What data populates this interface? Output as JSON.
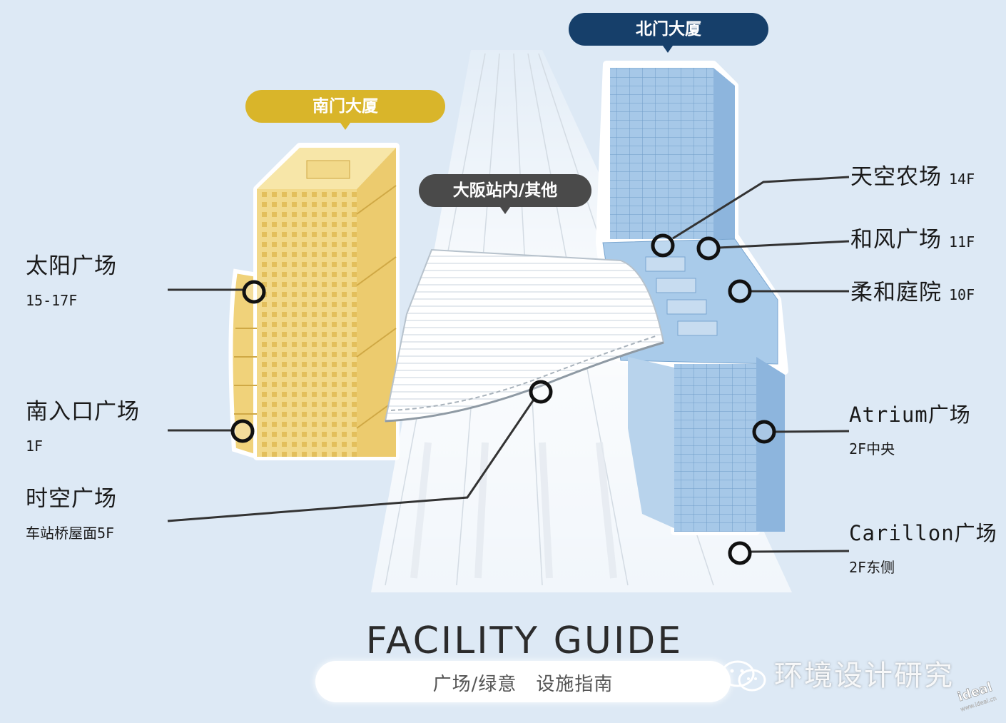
{
  "labels": {
    "south_tower": "南门大厦",
    "north_tower": "北门大厦",
    "station": "大阪站内/其他"
  },
  "callouts_left": [
    {
      "name": "太阳广场",
      "floor": "15-17F"
    },
    {
      "name": "南入口广场",
      "floor": "1F"
    },
    {
      "name": "时空广场",
      "floor": "车站桥屋面5F"
    }
  ],
  "callouts_right": [
    {
      "name": "天空农场",
      "floor": "14F"
    },
    {
      "name": "和风广场",
      "floor": "11F"
    },
    {
      "name": "柔和庭院",
      "floor": "10F"
    },
    {
      "name": "Atrium广场",
      "floor": "2F中央"
    },
    {
      "name": "Carillon广场",
      "floor": "2F东侧"
    }
  ],
  "guide": {
    "title": "FACILITY GUIDE",
    "subtitle": "广场/绿意　设施指南"
  },
  "watermark": {
    "text": "环境设计研究",
    "logo": "www.ideal.cn"
  },
  "colors": {
    "background": "#dde9f5",
    "south_tower": "#f2d98a",
    "south_tower_pill": "#d9b52a",
    "north_tower": "#9fc3e4",
    "north_tower_pill": "#163f6a",
    "station_pill": "#4a4a4a",
    "leader_line": "#333333"
  }
}
